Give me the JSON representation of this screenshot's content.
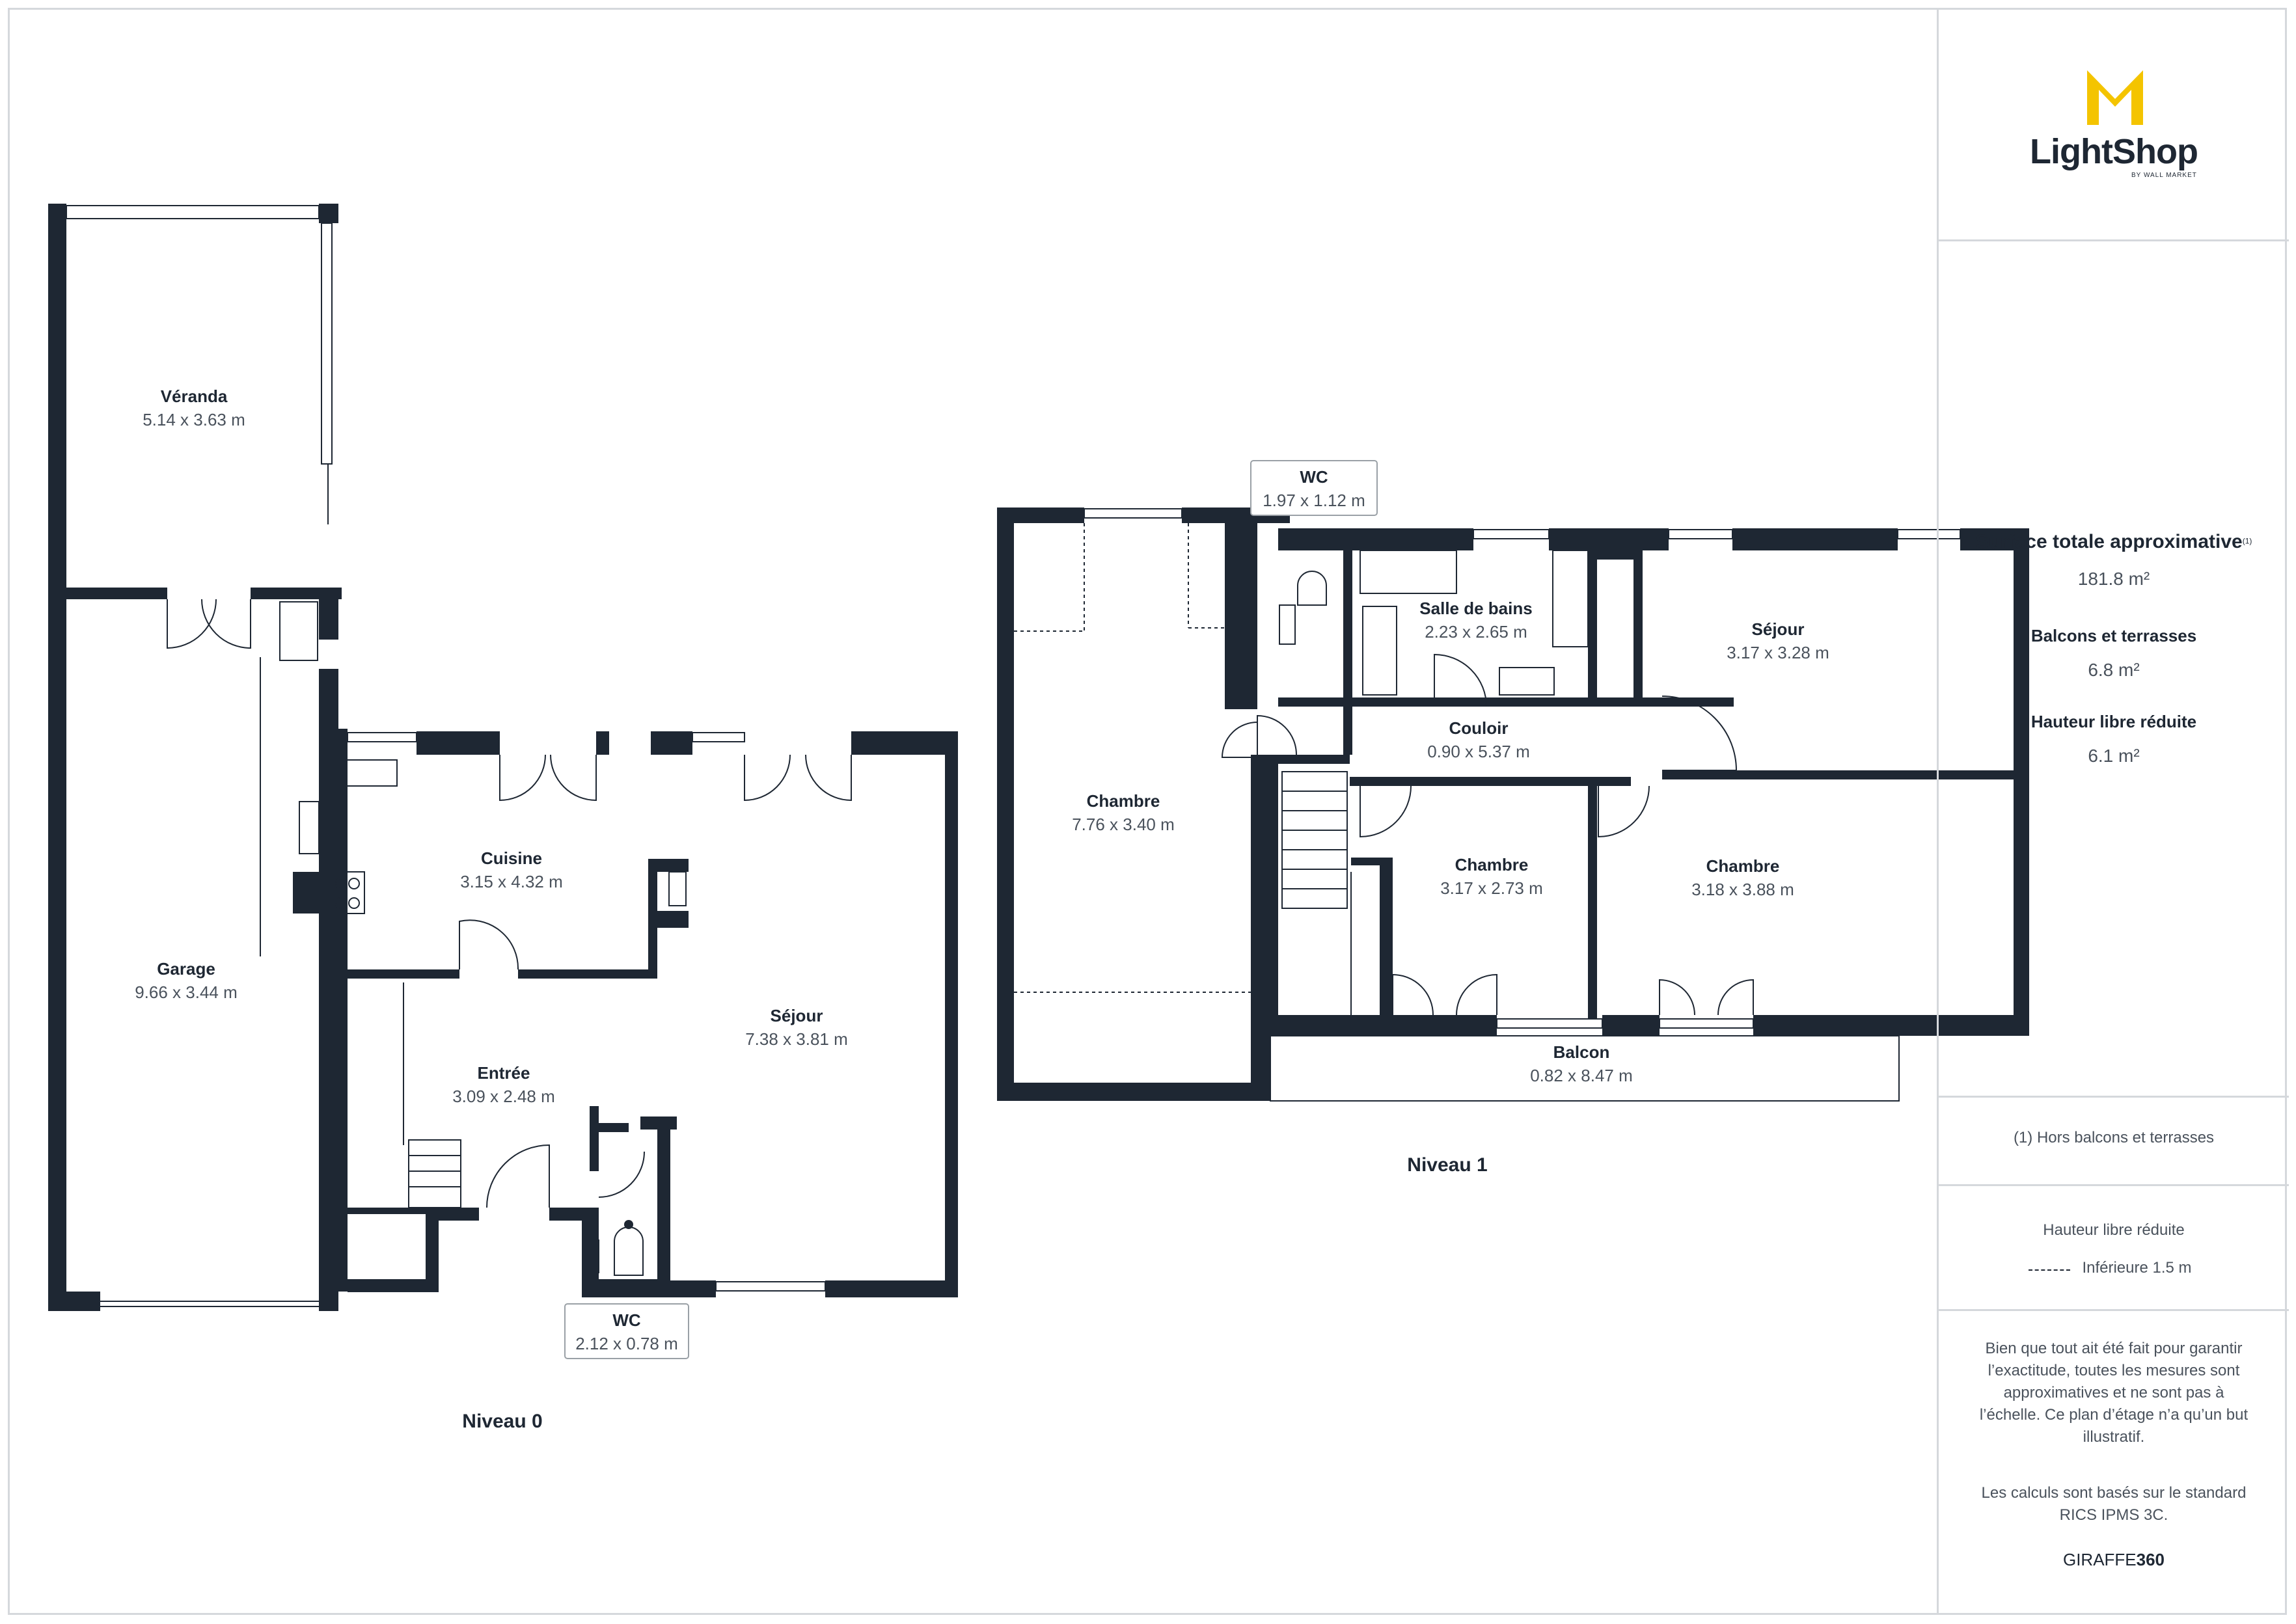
{
  "brand": {
    "name": "LightShop",
    "sub": "BY WALL MARKET"
  },
  "levels": [
    {
      "name": "Niveau 0",
      "rooms": [
        {
          "name": "Véranda",
          "dims": "5.14 x 3.63 m"
        },
        {
          "name": "Garage",
          "dims": "9.66 x 3.44 m"
        },
        {
          "name": "Cuisine",
          "dims": "3.15 x 4.32 m"
        },
        {
          "name": "Séjour",
          "dims": "7.38 x 3.81 m"
        },
        {
          "name": "Entrée",
          "dims": "3.09 x 2.48 m"
        },
        {
          "name": "WC",
          "dims": "2.12 x 0.78 m"
        }
      ]
    },
    {
      "name": "Niveau 1",
      "rooms": [
        {
          "name": "WC",
          "dims": "1.97 x 1.12 m"
        },
        {
          "name": "Salle de bains",
          "dims": "2.23 x 2.65 m"
        },
        {
          "name": "Séjour",
          "dims": "3.17 x 3.28 m"
        },
        {
          "name": "Chambre",
          "dims": "7.76 x 3.40 m"
        },
        {
          "name": "Couloir",
          "dims": "0.90 x 5.37 m"
        },
        {
          "name": "Chambre",
          "dims": "3.17 x 2.73 m"
        },
        {
          "name": "Chambre",
          "dims": "3.18 x 3.88 m"
        },
        {
          "name": "Balcon",
          "dims": "0.82 x 8.47 m"
        }
      ]
    }
  ],
  "summary": {
    "total_label": "Surface totale approximative",
    "total_note": "(1)",
    "total_value": "181.8 m²",
    "balcony_label": "Balcons et terrasses",
    "balcony_value": "6.8 m²",
    "height_label": "Hauteur libre réduite",
    "height_value": "6.1 m²"
  },
  "footnote": "(1) Hors balcons et terrasses",
  "legend": {
    "title": "Hauteur libre réduite",
    "item": "Inférieure 1.5 m"
  },
  "disclaimer": {
    "p1": "Bien que tout ait été fait pour garantir l’exactitude, toutes les mesures sont approximatives et ne sont pas à l’échelle. Ce plan d’étage n’a qu’un but illustratif.",
    "p2": "Les calculs sont basés sur le standard RICS IPMS 3C."
  },
  "giraffe": {
    "a": "GIRAFFE",
    "b": "360"
  },
  "colors": {
    "wall": "#1e2733",
    "logo": "#f4c400",
    "divider": "#d5d8dc"
  }
}
